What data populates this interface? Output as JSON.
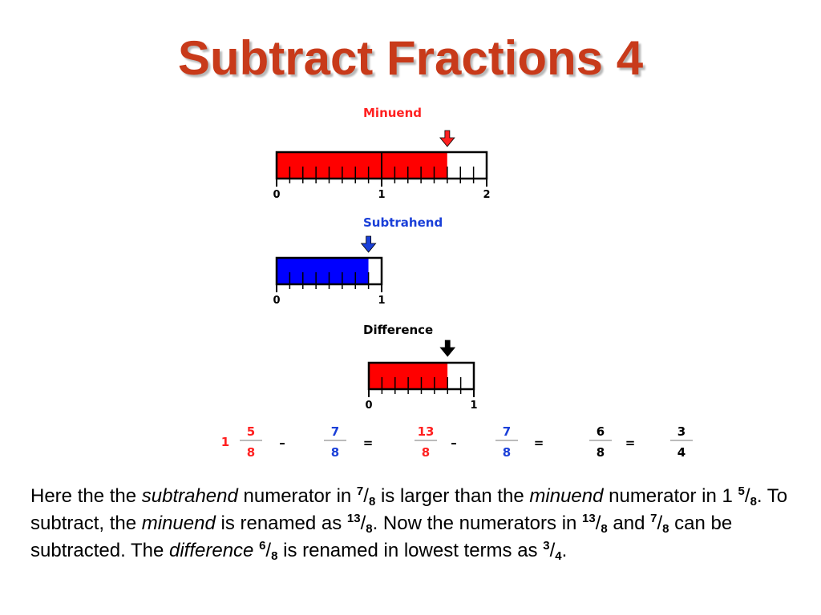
{
  "slide_title": "Subtract Fractions 4",
  "colors": {
    "title": "#c83a1a",
    "minuend": "#ff0000",
    "subtrahend": "#0000ff",
    "difference": "#ff0000",
    "unfilled": "#ffffff"
  },
  "bars": [
    {
      "key": "minuend",
      "label": "Minuend",
      "label_color": "#ff2020",
      "arrow_color": "#ff2020",
      "units": 2,
      "divisions": 8,
      "filled_eighths": 13,
      "tick_labels": [
        "0",
        "1",
        "2"
      ]
    },
    {
      "key": "subtrahend",
      "label": "Subtrahend",
      "label_color": "#1a3fd8",
      "arrow_color": "#1a3fd8",
      "units": 1,
      "divisions": 8,
      "filled_eighths": 7,
      "tick_labels": [
        "0",
        "1"
      ]
    },
    {
      "key": "difference",
      "label": "Difference",
      "label_color": "#000000",
      "arrow_color": "#000000",
      "units": 1,
      "divisions": 8,
      "filled_eighths": 6,
      "tick_labels": [
        "0",
        "1"
      ]
    }
  ],
  "equation": [
    {
      "kind": "mixed",
      "whole": "1",
      "num": "5",
      "den": "8",
      "color": "#ff2020"
    },
    {
      "kind": "op",
      "text": "–"
    },
    {
      "kind": "frac",
      "num": "7",
      "den": "8",
      "color": "#1a3fd8"
    },
    {
      "kind": "op",
      "text": "="
    },
    {
      "kind": "frac",
      "num": "13",
      "den": "8",
      "color": "#ff2020"
    },
    {
      "kind": "op",
      "text": "–"
    },
    {
      "kind": "frac",
      "num": "7",
      "den": "8",
      "color": "#1a3fd8"
    },
    {
      "kind": "op",
      "text": "="
    },
    {
      "kind": "frac",
      "num": "6",
      "den": "8",
      "color": "#000000"
    },
    {
      "kind": "op",
      "text": "="
    },
    {
      "kind": "frac",
      "num": "3",
      "den": "4",
      "color": "#000000"
    }
  ],
  "explanation": [
    {
      "t": "Here the the "
    },
    {
      "t": "subtrahend",
      "i": true
    },
    {
      "t": " numerator in "
    },
    {
      "sup": "7"
    },
    {
      "t": "/"
    },
    {
      "sub": "8"
    },
    {
      "t": " is larger than the "
    },
    {
      "t": "minuend",
      "i": true
    },
    {
      "t": " numerator in 1 "
    },
    {
      "sup": "5"
    },
    {
      "t": "/"
    },
    {
      "sub": "8"
    },
    {
      "t": ". To subtract, the "
    },
    {
      "t": "minuend",
      "i": true
    },
    {
      "t": " is renamed as "
    },
    {
      "sup": "13"
    },
    {
      "t": "/"
    },
    {
      "sub": "8"
    },
    {
      "t": ".  Now the numerators in "
    },
    {
      "sup": "13"
    },
    {
      "t": "/"
    },
    {
      "sub": "8"
    },
    {
      "t": " and "
    },
    {
      "sup": "7"
    },
    {
      "t": "/"
    },
    {
      "sub": "8"
    },
    {
      "t": " can be subtracted.  The "
    },
    {
      "t": "difference",
      "i": true
    },
    {
      "t": " "
    },
    {
      "sup": "6"
    },
    {
      "t": "/"
    },
    {
      "sub": "8"
    },
    {
      "t": " is renamed in lowest terms as "
    },
    {
      "sup": "3"
    },
    {
      "t": "/"
    },
    {
      "sub": "4"
    },
    {
      "t": "."
    }
  ]
}
